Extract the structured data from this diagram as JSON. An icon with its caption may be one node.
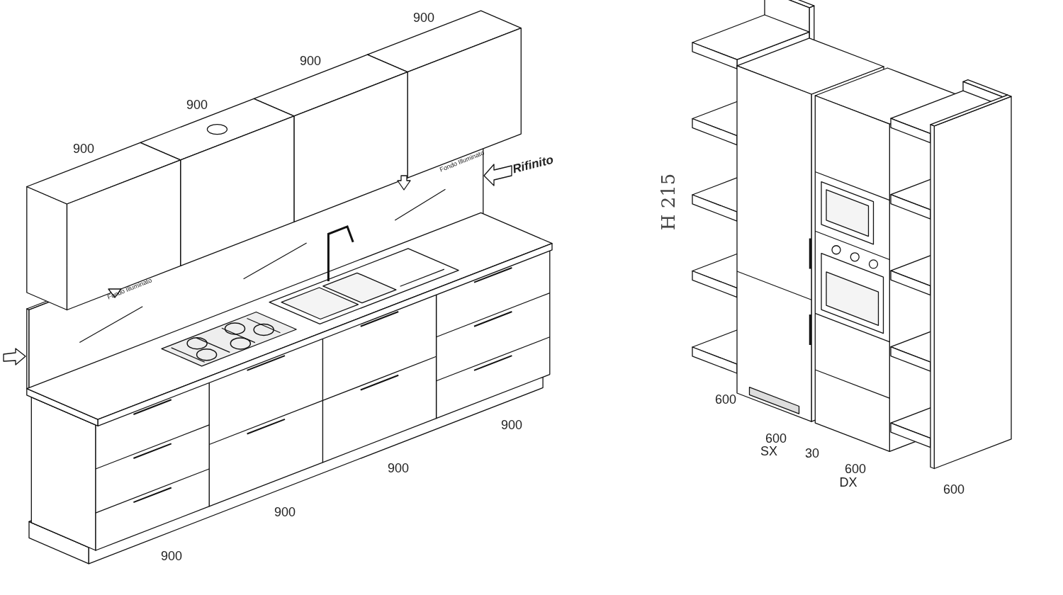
{
  "diagram": {
    "labels": [
      "900",
      "900",
      "900",
      "900",
      "Rifinito",
      "Fondo Illuminato",
      "Fondo Illuminato",
      "900",
      "900",
      "900",
      "900",
      "H 215",
      "600",
      "600",
      "SX",
      "30",
      "600",
      "DX",
      "600"
    ]
  }
}
